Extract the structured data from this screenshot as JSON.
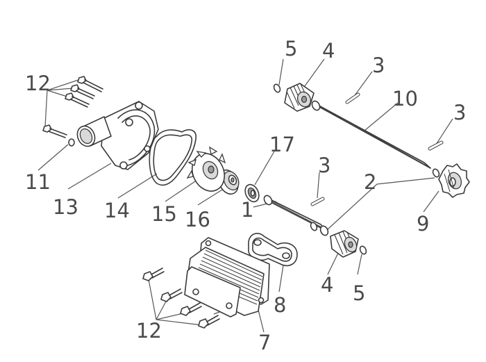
{
  "callouts": [
    {
      "id": "c5a",
      "text": "5"
    },
    {
      "id": "c4a",
      "text": "4"
    },
    {
      "id": "c3a",
      "text": "3"
    },
    {
      "id": "c10",
      "text": "10"
    },
    {
      "id": "c3b",
      "text": "3"
    },
    {
      "id": "c12a",
      "text": "12"
    },
    {
      "id": "c17",
      "text": "17"
    },
    {
      "id": "c3c",
      "text": "3"
    },
    {
      "id": "c2",
      "text": "2"
    },
    {
      "id": "c11",
      "text": "11"
    },
    {
      "id": "c13",
      "text": "13"
    },
    {
      "id": "c14",
      "text": "14"
    },
    {
      "id": "c15",
      "text": "15"
    },
    {
      "id": "c16",
      "text": "16"
    },
    {
      "id": "c1",
      "text": "1"
    },
    {
      "id": "c9",
      "text": "9"
    },
    {
      "id": "c4b",
      "text": "4"
    },
    {
      "id": "c5b",
      "text": "5"
    },
    {
      "id": "c8",
      "text": "8"
    },
    {
      "id": "c12b",
      "text": "12"
    },
    {
      "id": "c7",
      "text": "7"
    }
  ]
}
